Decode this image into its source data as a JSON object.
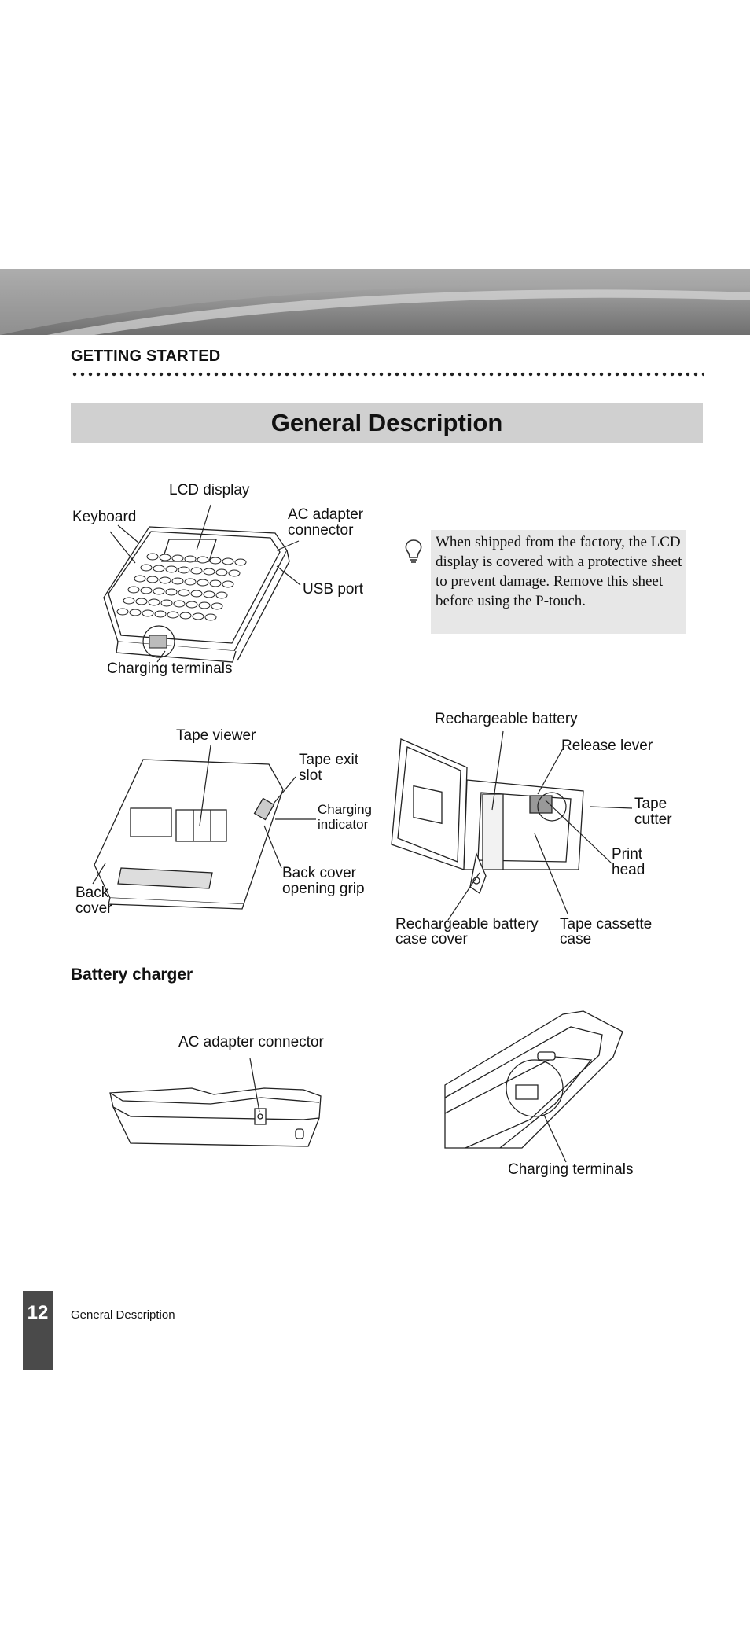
{
  "header": {
    "section": "GETTING STARTED",
    "title": "General Description"
  },
  "top_illustration": {
    "labels": {
      "lcd_display": "LCD display",
      "keyboard": "Keyboard",
      "ac_adapter_connector_line1": "AC adapter",
      "ac_adapter_connector_line2": "connector",
      "usb_port": "USB port",
      "charging_terminals": "Charging terminals"
    }
  },
  "note": {
    "icon": "lightbulb-icon",
    "text": "When shipped from the factory, the LCD display is covered with a protective sheet to prevent damage. Remove this sheet before using the P-touch."
  },
  "back_illustration": {
    "labels": {
      "tape_viewer": "Tape viewer",
      "tape_exit_slot_line1": "Tape exit",
      "tape_exit_slot_line2": "slot",
      "charging_indicator_line1": "Charging",
      "charging_indicator_line2": "indicator",
      "back_cover_opening_grip_line1": "Back cover",
      "back_cover_opening_grip_line2": "opening grip",
      "back_cover_line1": "Back",
      "back_cover_line2": "cover"
    }
  },
  "open_illustration": {
    "labels": {
      "rechargeable_battery": "Rechargeable battery",
      "release_lever": "Release lever",
      "tape_cutter_line1": "Tape",
      "tape_cutter_line2": "cutter",
      "print_head_line1": "Print",
      "print_head_line2": "head",
      "battery_case_cover_line1": "Rechargeable battery",
      "battery_case_cover_line2": "case cover",
      "tape_cassette_case_line1": "Tape cassette",
      "tape_cassette_case_line2": "case"
    }
  },
  "battery_charger": {
    "heading": "Battery charger",
    "labels": {
      "ac_adapter_connector": "AC adapter connector",
      "charging_terminals": "Charging terminals"
    }
  },
  "footer": {
    "page_number": "12",
    "text": "General Description"
  }
}
